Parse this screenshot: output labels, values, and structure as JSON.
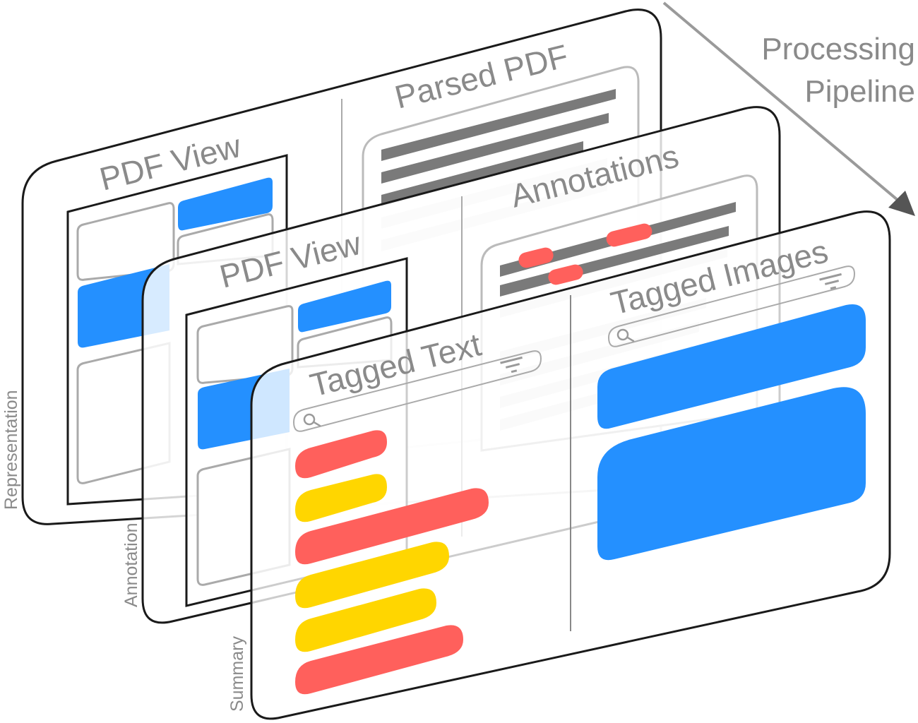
{
  "pipeline": {
    "label_line1": "Processing",
    "label_line2": "Pipeline",
    "arrow_color": "#999999"
  },
  "layers": {
    "representation": {
      "side_label": "Representation",
      "left_panel_title": "PDF View",
      "right_panel_title": "Parsed PDF"
    },
    "annotation": {
      "side_label": "Annotation",
      "left_panel_title": "PDF View",
      "right_panel_title": "Annotations"
    },
    "summary": {
      "side_label": "Summary",
      "left_panel_title": "Tagged Text",
      "right_panel_title": "Tagged Images",
      "left_search_icon": "search-icon",
      "left_filter_icon": "filter-icon",
      "right_search_icon": "search-icon",
      "right_filter_icon": "filter-icon"
    }
  },
  "colors": {
    "blue": "#2490FF",
    "red": "#FF605C",
    "yellow": "#FFD600",
    "dark_bar": "#7a7a7a",
    "frame": "#1a1a1a",
    "muted_text": "#8a8a8a"
  }
}
